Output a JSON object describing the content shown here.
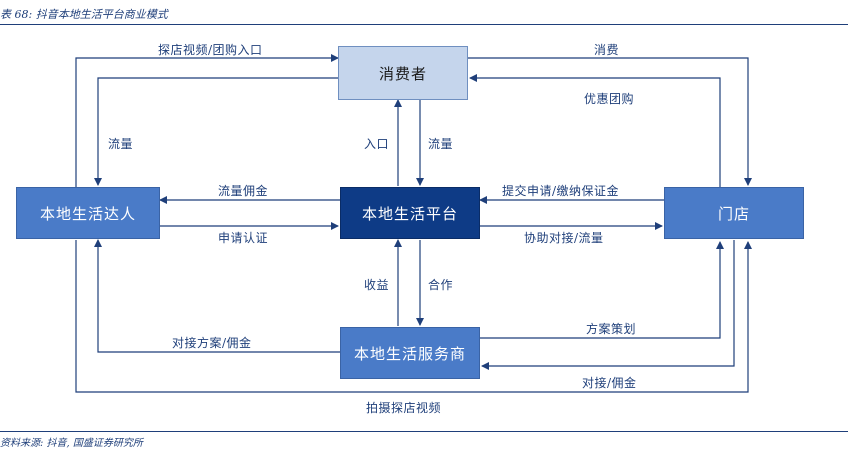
{
  "caption": "表 68: 抖音本地生活平台商业模式",
  "source": "资料来源: 抖音, 国盛证券研究所",
  "nodes": {
    "consumer": "消费者",
    "talent": "本地生活达人",
    "platform": "本地生活平台",
    "store": "门店",
    "provider": "本地生活服务商"
  },
  "edges": {
    "talent_to_consumer": "探店视频/团购入口",
    "consumer_to_store": "消费",
    "store_to_consumer": "优惠团购",
    "consumer_to_talent": "流量",
    "platform_to_consumer": "入口",
    "consumer_to_platform": "流量",
    "platform_to_talent": "流量佣金",
    "talent_to_platform": "申请认证",
    "store_to_platform": "提交申请/缴纳保证金",
    "platform_to_store": "协助对接/流量",
    "provider_to_platform": "收益",
    "platform_to_provider": "合作",
    "provider_to_talent": "对接方案/佣金",
    "provider_to_store_plan": "方案策划",
    "store_to_provider": "对接/佣金",
    "talent_to_store_video": "拍摄探店视频"
  },
  "colors": {
    "line": "#1f3f7a",
    "light_box": "#c5d5ec",
    "mid_box": "#4a7bc8",
    "dark_box": "#0e3b86"
  }
}
